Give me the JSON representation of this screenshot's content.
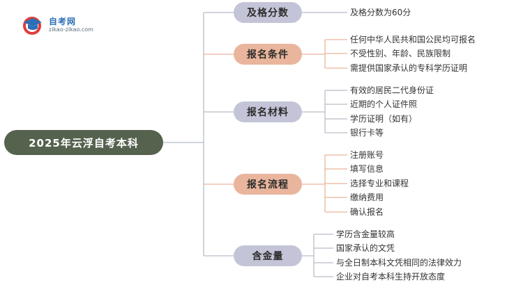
{
  "logo": {
    "title": "自考网",
    "url": "zikao-zikao.com",
    "icon": "graduation-cap-icon"
  },
  "colors": {
    "root_bg": "#55624e",
    "branch_gray": "#c4c4d8",
    "branch_peach": "#e9b59c",
    "line_gray": "#b8bcc6",
    "line_peach": "#e9b59c"
  },
  "root": {
    "label": "2025年云浮自考本科"
  },
  "branches": [
    {
      "label": "及格分数",
      "color": "gray",
      "leaves": [
        "及格分数为60分"
      ]
    },
    {
      "label": "报名条件",
      "color": "peach",
      "leaves": [
        "任何中华人民共和国公民均可报名",
        "不受性别、年龄、民族限制",
        "需提供国家承认的专科学历证明"
      ]
    },
    {
      "label": "报名材料",
      "color": "gray",
      "leaves": [
        "有效的居民二代身份证",
        "近期的个人证件照",
        "学历证明（如有）",
        "银行卡等"
      ]
    },
    {
      "label": "报名流程",
      "color": "peach",
      "leaves": [
        "注册账号",
        "填写信息",
        "选择专业和课程",
        "缴纳费用",
        "确认报名"
      ]
    },
    {
      "label": "含金量",
      "color": "gray",
      "leaves": [
        "学历含金量较高",
        "国家承认的文凭",
        "与全日制本科文凭相同的法律效力",
        "企业对自考本科生持开放态度"
      ]
    }
  ]
}
